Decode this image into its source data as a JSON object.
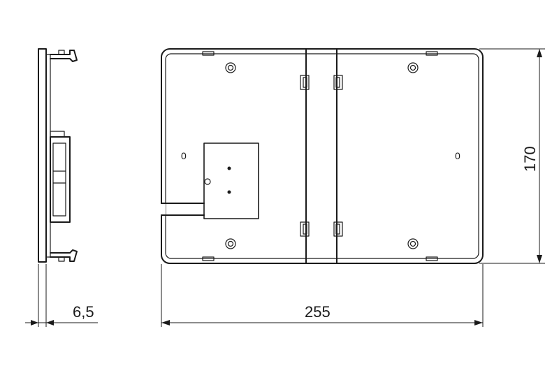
{
  "dimensions": {
    "depth": "6,5",
    "width": "255",
    "height": "170"
  },
  "front_view": {
    "hole_marks": [
      "0",
      "0"
    ]
  }
}
